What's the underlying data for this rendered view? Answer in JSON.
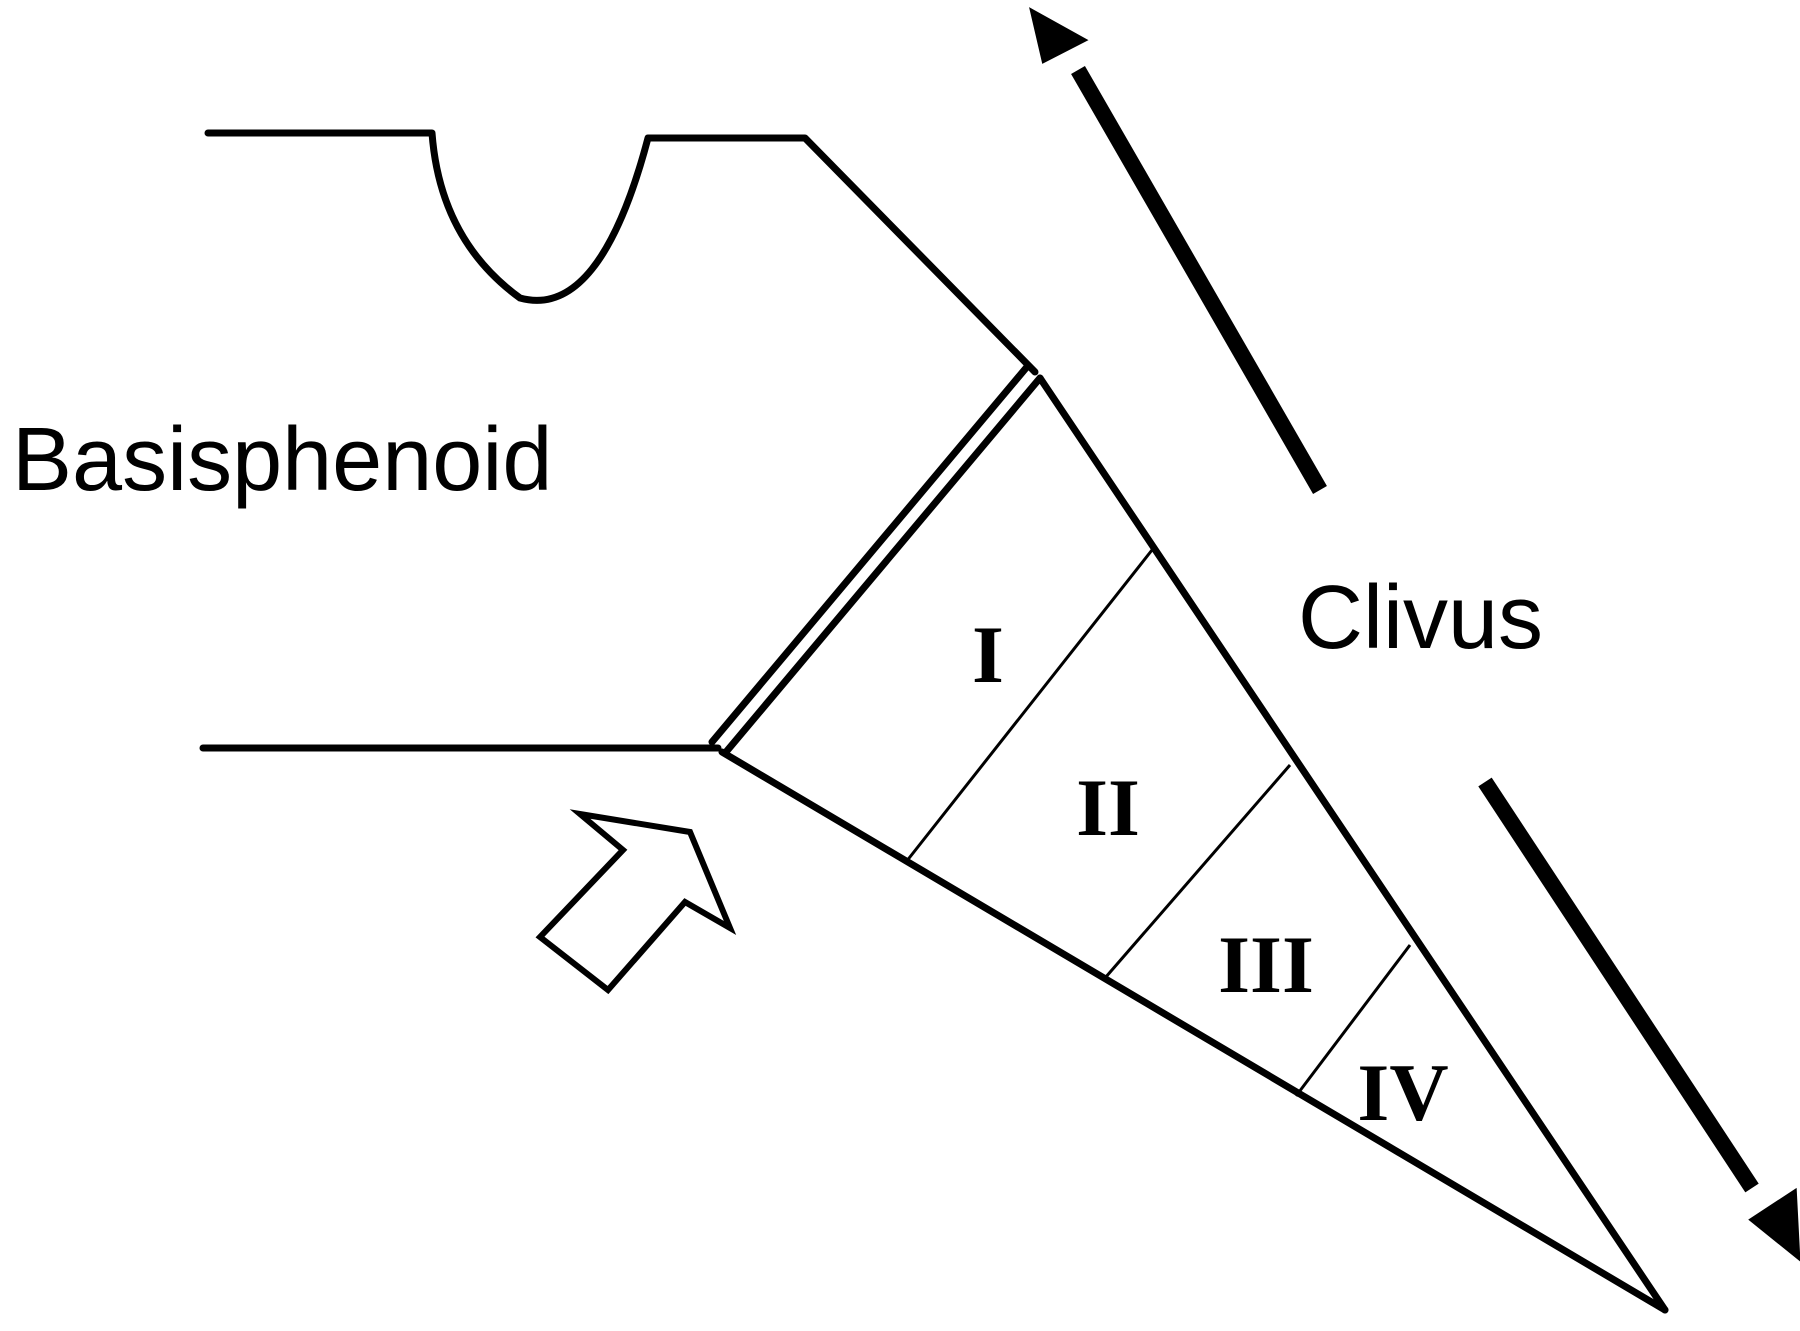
{
  "labels": {
    "basisphenoid": "Basisphenoid",
    "clivus": "Clivus"
  },
  "zones": [
    "I",
    "II",
    "III",
    "IV"
  ],
  "colors": {
    "ink": "#000000",
    "background": "#ffffff"
  }
}
